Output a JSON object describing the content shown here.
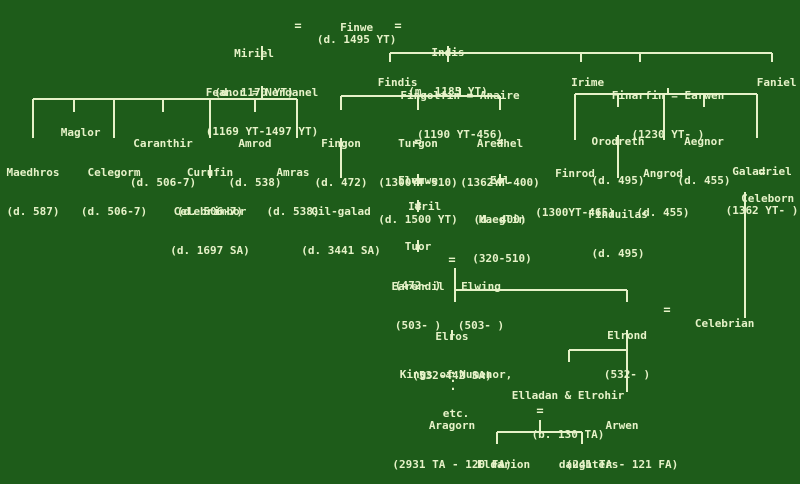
{
  "diagram": {
    "line_color": "#e6f2c8",
    "background": "#1e5c1a",
    "nodes": {
      "finwe": {
        "name": "Finwe",
        "dates": "(d. 1495 YT)"
      },
      "miriel": {
        "name": "Miriel",
        "dates": "(d. 1170 YT)"
      },
      "indis": {
        "name": "Indis",
        "dates": "(m. 1185 YT)"
      },
      "feanor_nerdanel": {
        "name": "Feanor = Nerdanel",
        "dates": "(1169 YT-1497 YT)"
      },
      "findis": {
        "name": "Findis"
      },
      "fingolfin_anaire": {
        "name": "Fingolfin = Anaire",
        "dates": "(1190 YT-456)"
      },
      "irime": {
        "name": "Irime"
      },
      "finarfin_earwen": {
        "name": "Finarfin = Earwen",
        "dates": "(1230 YT- )"
      },
      "faniel": {
        "name": "Faniel"
      },
      "maedhros": {
        "name": "Maedhros",
        "dates": "(d. 587)"
      },
      "maglor": {
        "name": "Maglor"
      },
      "celegorm": {
        "name": "Celegorm",
        "dates": "(d. 506-7)"
      },
      "caranthir": {
        "name": "Caranthir",
        "dates": "(d. 506-7)"
      },
      "curufin": {
        "name": "Curufin",
        "dates": "(d. 506-7)"
      },
      "amrod": {
        "name": "Amrod",
        "dates": "(d. 538)"
      },
      "amras": {
        "name": "Amras",
        "dates": "(d. 538)"
      },
      "celebrimbor": {
        "name": "Celebrimbor",
        "dates": "(d. 1697 SA)"
      },
      "fingon": {
        "name": "Fingon",
        "dates": "(d. 472)"
      },
      "turgon": {
        "name": "Turgon",
        "dates": "(1300YT-510)"
      },
      "aredhel": {
        "name": "Aredhel",
        "dates": "(1362YT-400)"
      },
      "gilgalad": {
        "name": "Gil-galad",
        "dates": "(d. 3441 SA)"
      },
      "elenwe": {
        "name": "Elenwe",
        "dates": "(d. 1500 YT)"
      },
      "eol": {
        "name": "Eol",
        "dates": "(d. 400)"
      },
      "idril": {
        "name": "Idril"
      },
      "maeglin": {
        "name": "Maeglin",
        "dates": "(320-510)"
      },
      "tuor": {
        "name": "Tuor",
        "dates": "(472- )"
      },
      "earendil": {
        "name": "Earendil",
        "dates": "(503- )"
      },
      "elwing": {
        "name": "Elwing",
        "dates": "(503- )"
      },
      "orodreth": {
        "name": "Orodreth",
        "dates": "(d. 495)"
      },
      "aegnor": {
        "name": "Aegnor",
        "dates": "(d. 455)"
      },
      "finrod": {
        "name": "Finrod",
        "dates": "(1300YT-465)"
      },
      "angrod": {
        "name": "Angrod",
        "dates": "(d. 455)"
      },
      "galadriel": {
        "name": "Galadriel",
        "dates": "(1362 YT- )"
      },
      "finduilas": {
        "name": "Finduilas",
        "dates": "(d. 495)"
      },
      "celeborn": {
        "name": "Celeborn"
      },
      "elros": {
        "name": "Elros",
        "dates": "(532-442 SA)"
      },
      "elrond": {
        "name": "Elrond",
        "dates": "(532- )"
      },
      "celebrian": {
        "name": "Celebrian"
      },
      "kings_numenor": {
        "name": "Kings of Numenor,",
        "dates": "etc."
      },
      "elladan_elrohir": {
        "name": "Elladan & Elrohir",
        "dates": "(b. 130 TA)"
      },
      "aragorn": {
        "name": "Aragorn",
        "dates": "(2931 TA - 120 FA)"
      },
      "arwen": {
        "name": "Arwen",
        "dates": "(241 TA - 121 FA)"
      },
      "eldarion": {
        "name": "Eldarion"
      },
      "daughters": {
        "name": "daughters"
      }
    },
    "symbols": {
      "equals": "=",
      "ellipsis": "."
    }
  }
}
